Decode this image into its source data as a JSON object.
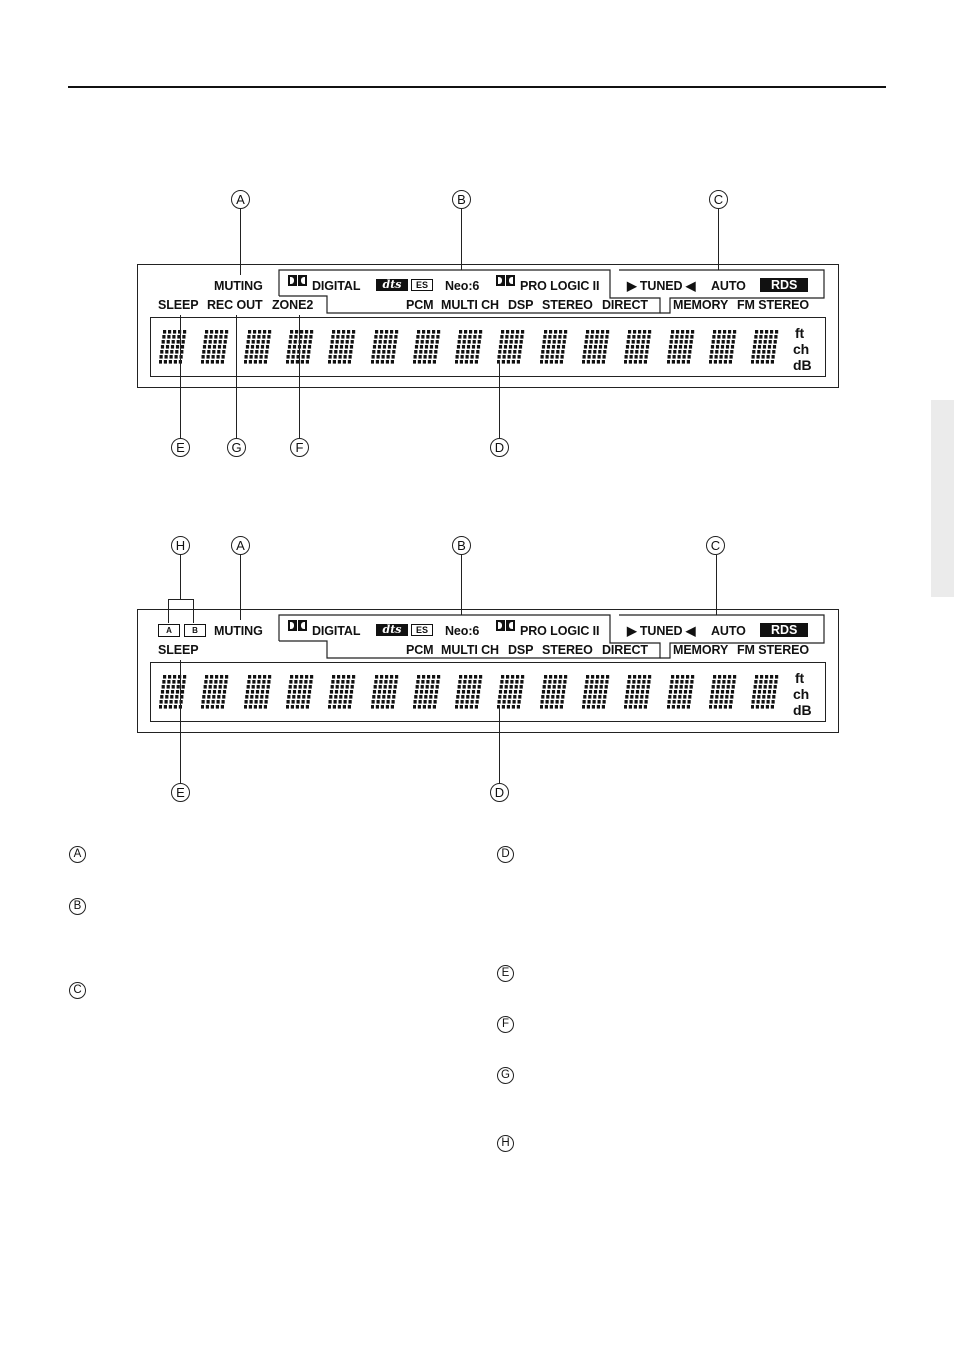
{
  "display": {
    "muting": "MUTING",
    "digital": "DIGITAL",
    "dts": "dts",
    "es": "ES",
    "neo6": "Neo:6",
    "pro_logic": "PRO LOGIC II",
    "tuned": "▶ TUNED ◀",
    "auto": "AUTO",
    "rds": "RDS",
    "sleep": "SLEEP",
    "rec_out": "REC OUT",
    "zone2": "ZONE2",
    "pcm": "PCM",
    "multi_ch": "MULTI CH",
    "dsp": "DSP",
    "stereo": "STEREO",
    "direct": "DIRECT",
    "memory": "MEMORY",
    "fm_stereo": "FM STEREO",
    "unit_ft": "ft",
    "unit_ch": "ch",
    "unit_db": "dB",
    "speaker_a": "A",
    "speaker_b": "B"
  },
  "callouts": {
    "A": "A",
    "B": "B",
    "C": "C",
    "D": "D",
    "E": "E",
    "F": "F",
    "G": "G",
    "H": "H"
  },
  "legend": [
    "A",
    "B",
    "C",
    "D",
    "E",
    "F",
    "G",
    "H"
  ],
  "colors": {
    "ink": "#111111",
    "rds_fill": "#111111",
    "side_tab": "#ebebeb"
  }
}
